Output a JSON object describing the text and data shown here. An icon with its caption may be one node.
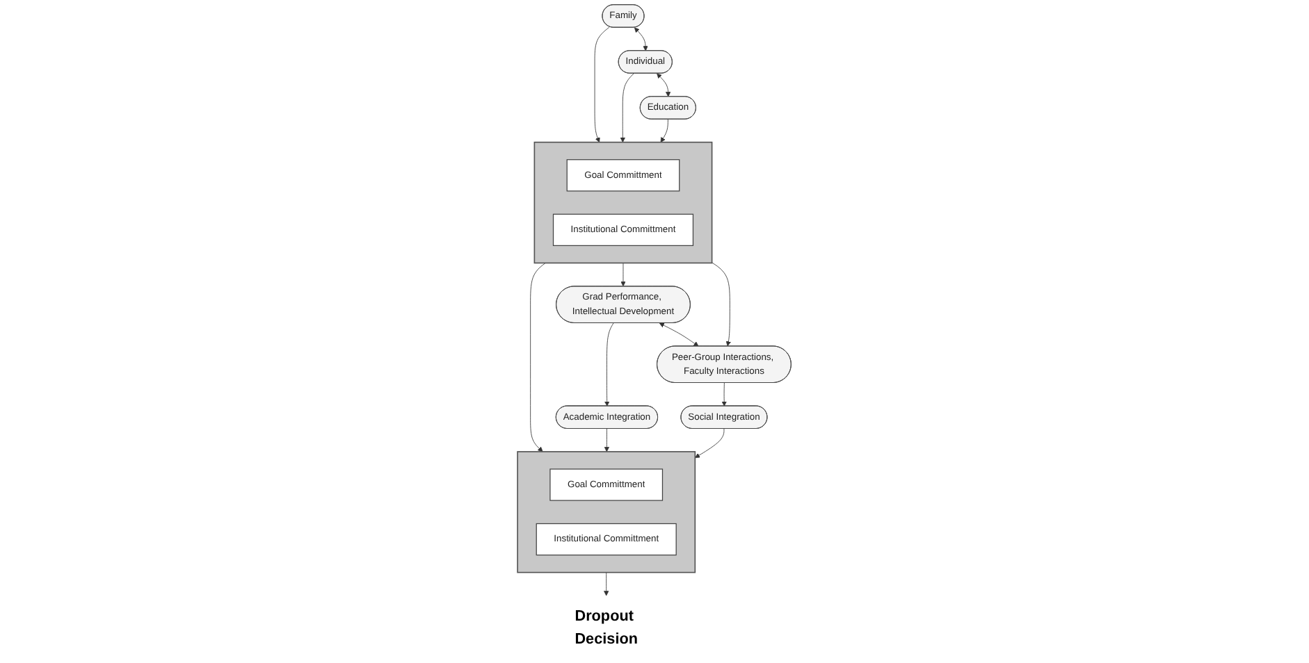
{
  "diagram": {
    "nodes": [
      {
        "text": [
          "Family"
        ]
      },
      {
        "text": [
          "Individual"
        ]
      },
      {
        "text": [
          "Education"
        ]
      },
      {
        "text": [],
        "shape": "bar"
      },
      {
        "text": [
          "Goal Committment"
        ],
        "in": 3
      },
      {
        "text": [
          "Institutional Committment"
        ],
        "in": 3
      },
      {
        "text": [
          "Grad Performance, Intellectual Development"
        ]
      },
      {
        "text": [
          "Peer-Group Interactions, Faculty Interactions"
        ]
      },
      {
        "text": [
          "Academic Integration"
        ]
      },
      {
        "text": [
          "Social Integration"
        ]
      },
      {
        "text": [],
        "shape": "bar"
      },
      {
        "text": [
          "Goal Committment"
        ],
        "in": 10
      },
      {
        "text": [
          "Institutional Committment"
        ],
        "in": 10
      },
      {
        "text": [
          "Dropout Decision"
        ]
      }
    ],
    "edges": [
      {
        "from": 0,
        "to": 1,
        "arrow": "both"
      },
      {
        "from": 1,
        "to": 2,
        "arrow": "both"
      },
      {
        "from": 0,
        "to": 3,
        "arrow": "to"
      },
      {
        "from": 1,
        "to": 3,
        "arrow": "to"
      },
      {
        "from": 2,
        "to": 3,
        "arrow": "to"
      },
      {
        "from": 3,
        "to": 6,
        "arrow": "to"
      },
      {
        "from": 3,
        "to": 7,
        "arrow": "to"
      },
      {
        "from": 3,
        "to": 10,
        "arrow": "to"
      },
      {
        "from": 6,
        "to": 7,
        "arrow": "both"
      },
      {
        "from": 6,
        "to": 8,
        "arrow": "to"
      },
      {
        "from": 7,
        "to": 9,
        "arrow": "to"
      },
      {
        "from": 8,
        "to": 10,
        "arrow": "to"
      },
      {
        "from": 9,
        "to": 10,
        "arrow": "to"
      },
      {
        "from": 10,
        "to": 13,
        "arrow": "to"
      }
    ]
  }
}
